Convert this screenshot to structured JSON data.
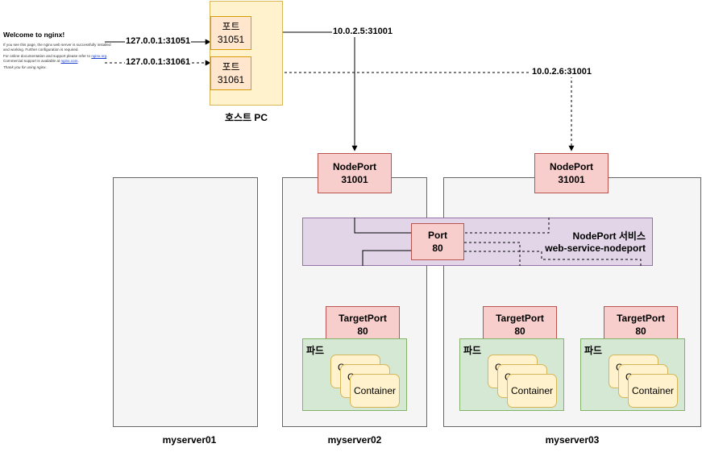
{
  "nginx": {
    "title": "Welcome to nginx!",
    "p1": "If you see this page, the nginx web server is successfully installed and working. Further configuration is required.",
    "p2": "For online documentation and support please refer to",
    "p2_link": "nginx.org",
    "p3": "Commercial support is available at",
    "p3_link": "nginx.com",
    "p4": "Thank you for using nginx."
  },
  "host_pc": {
    "label": "호스트 PC",
    "ports": [
      {
        "title": "포트",
        "number": "31051"
      },
      {
        "title": "포트",
        "number": "31061"
      }
    ]
  },
  "edge_labels": {
    "local_1": "127.0.0.1:31051",
    "local_2": "127.0.0.1:31061",
    "node_1": "10.0.2.5:31001",
    "node_2": "10.0.2.6:31001"
  },
  "servers": [
    {
      "name": "myserver01"
    },
    {
      "name": "myserver02"
    },
    {
      "name": "myserver03"
    }
  ],
  "service": {
    "line1": "NodePort 서비스",
    "line2": "web-service-nodeport"
  },
  "nodeport": {
    "title": "NodePort",
    "value": "31001"
  },
  "port": {
    "title": "Port",
    "value": "80"
  },
  "targetport": {
    "title": "TargetPort",
    "value": "80"
  },
  "pod": {
    "label": "파드",
    "container": "Container",
    "container_peek": "C"
  },
  "colors": {
    "host_fill": "#fff2cc",
    "port_fill": "#ffe6cc",
    "server_fill": "#f5f5f5",
    "service_fill": "#e1d5e7",
    "red_fill": "#f8cecc",
    "pod_fill": "#d5e8d4",
    "container_fill": "#fff2cc"
  }
}
